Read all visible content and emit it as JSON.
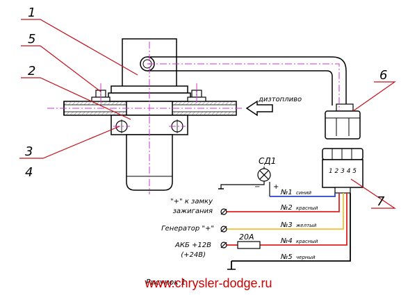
{
  "callouts": [
    "1",
    "5",
    "2",
    "3",
    "4",
    "6",
    "7"
  ],
  "labels": {
    "fuel": "дизтопливо",
    "sd1": "СД1",
    "minus": "−",
    "plus": "+",
    "fuse": "20A",
    "connector_pins": "1 2 3 4 5",
    "ignition_line1": "\"+\" к замку",
    "ignition_line2": "зажигания",
    "generator": "Генератор \"+\"",
    "battery_line1": "АКБ +12В",
    "battery_line2": "(+24В)",
    "figure_caption": "Рисунок 1"
  },
  "wires": [
    {
      "number": "№1",
      "color_name": "синий",
      "color": "#2b3fd1"
    },
    {
      "number": "№2",
      "color_name": "красный",
      "color": "#e0201c"
    },
    {
      "number": "№3",
      "color_name": "желтый",
      "color": "#f2c12e"
    },
    {
      "number": "№4",
      "color_name": "красный",
      "color": "#e0201c"
    },
    {
      "number": "№5",
      "color_name": "черный",
      "color": "#000000"
    }
  ],
  "colors": {
    "callout_leader": "#c2101a",
    "centerline": "#d236d2",
    "pipe_hatch": "#8a8a8a"
  },
  "watermark": "www.chrysler-dodge.ru"
}
